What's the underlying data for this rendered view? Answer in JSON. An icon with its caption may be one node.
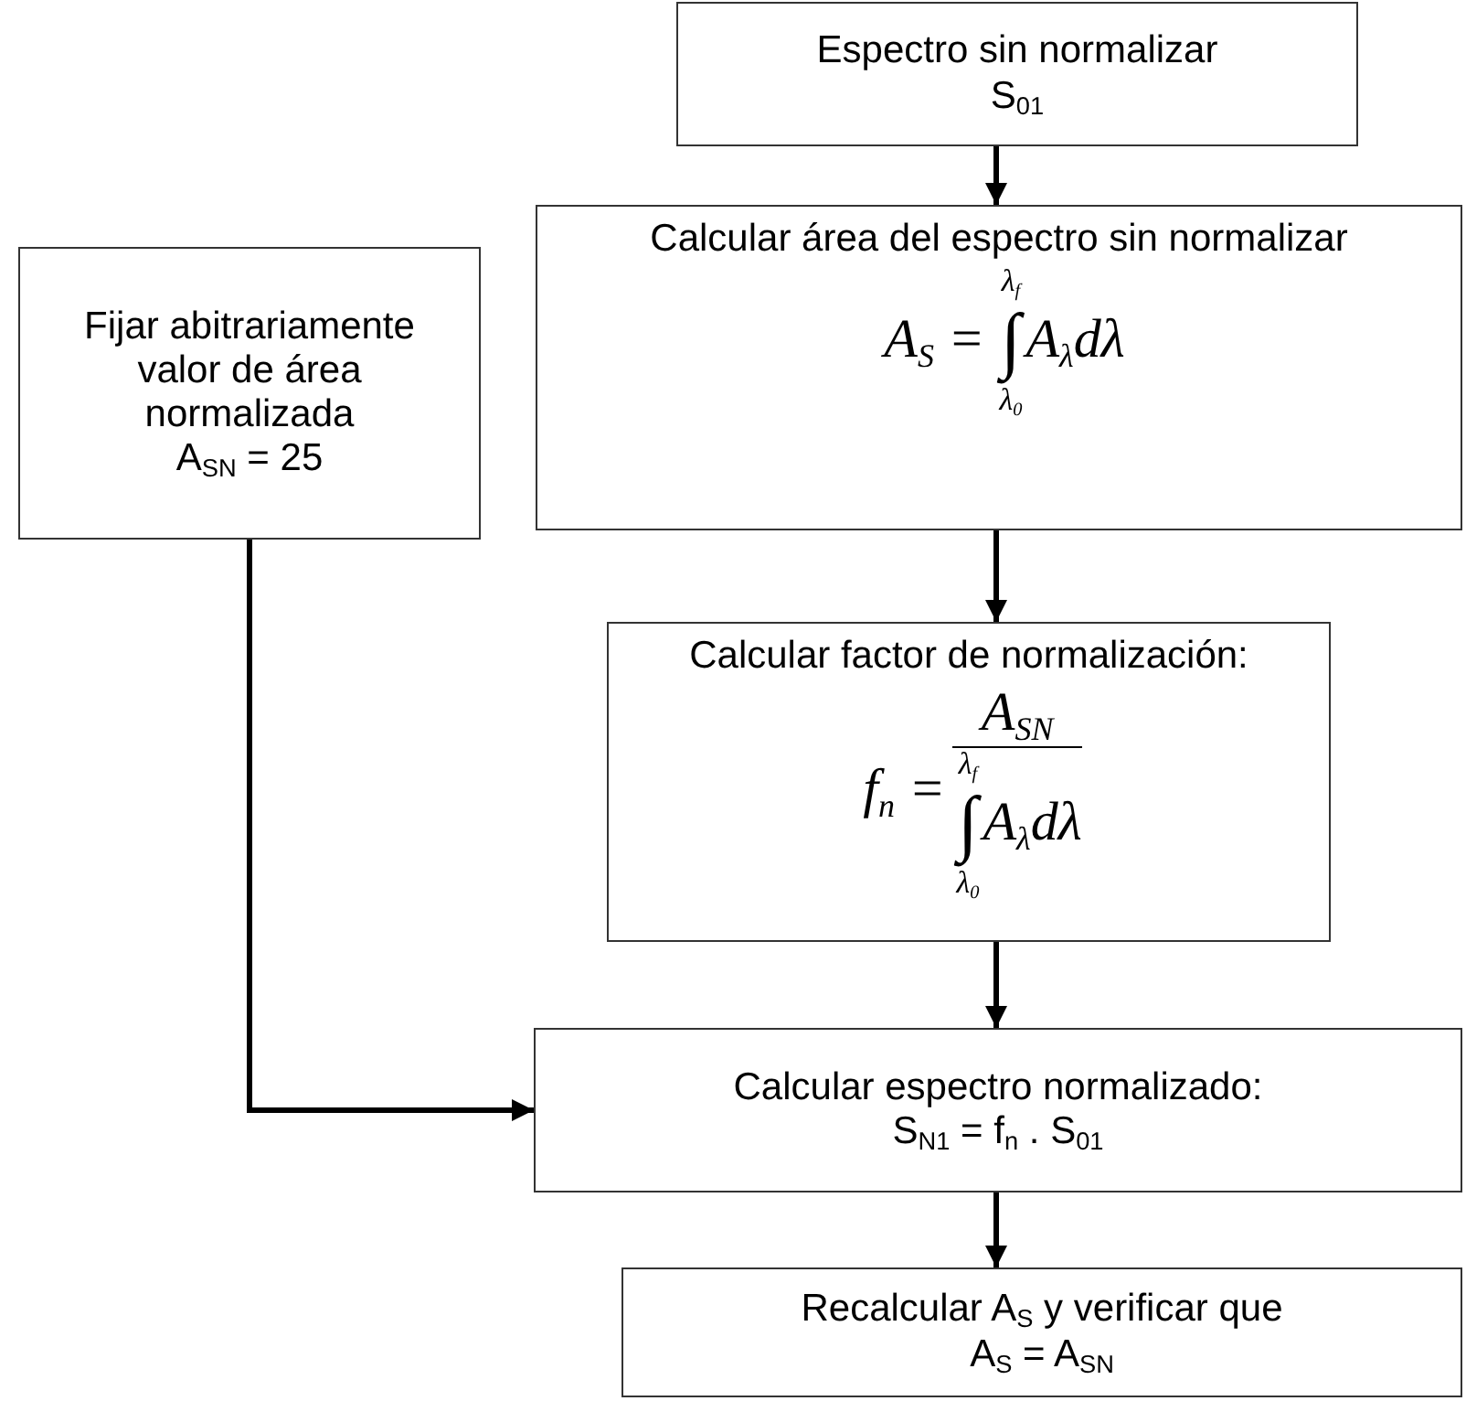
{
  "diagram": {
    "nodes": [
      {
        "text": [
          "Espectro sin normalizar",
          "S$_{01}$"
        ]
      },
      {
        "text": [
          "Calcular área del espectro sin normalizar",
          "A$_{S}$ =",
          "λ$_{f}$",
          "∫",
          "λ$_{0}$",
          "A$_{λ}$dλ"
        ]
      },
      {
        "text": [
          "Fijar abitrariamente valor de área normalizada",
          "A$_{SN}$ = 25"
        ]
      },
      {
        "text": [
          "Calcular factor de normalización:",
          "f$_{n}$ =",
          "A$_{SN}$",
          "λ$_{f}$",
          "∫",
          "λ$_{0}$",
          "A$_{λ}$dλ"
        ]
      },
      {
        "text": [
          "Calcular espectro normalizado:",
          "S$_{N1}$ = f$_{n}$ . S$_{01}$"
        ]
      },
      {
        "text": [
          "Recalcular A$_{S}$ y verificar que",
          "A$_{S}$ = A$_{SN}$"
        ]
      }
    ],
    "edges": [
      {
        "from": 0,
        "to": 1,
        "arrow": "to"
      },
      {
        "from": 1,
        "to": 3,
        "arrow": "to"
      },
      {
        "from": 3,
        "to": 4,
        "arrow": "to"
      },
      {
        "from": 2,
        "to": 4,
        "arrow": "to"
      },
      {
        "from": 4,
        "to": 5,
        "arrow": "to"
      }
    ]
  }
}
